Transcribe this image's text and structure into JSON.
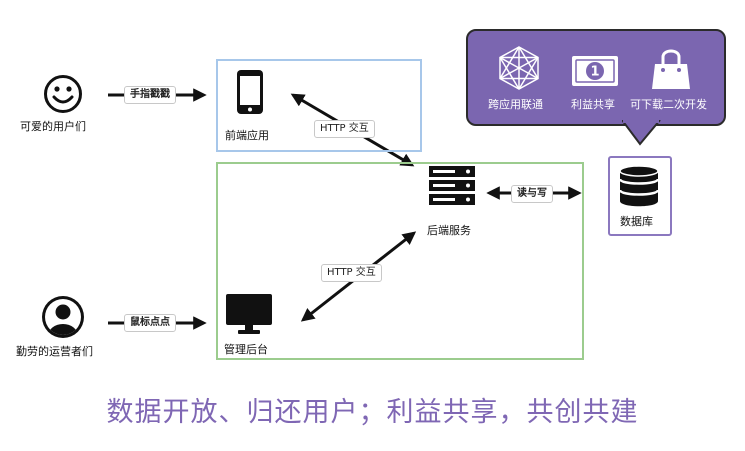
{
  "nodes": {
    "users": "可爱的用户们",
    "operators": "勤劳的运营者们",
    "frontend": "前端应用",
    "backend": "后端服务",
    "admin": "管理后台",
    "database": "数据库"
  },
  "edges": {
    "user_to_frontend": "手指戳戳",
    "operator_to_admin": "鼠标点点",
    "frontend_backend": "HTTP 交互",
    "admin_backend": "HTTP 交互",
    "backend_db": "读与写"
  },
  "callout": {
    "items": [
      "跨应用联通",
      "利益共享",
      "可下载二次开发"
    ]
  },
  "slogan": "数据开放、归还用户；利益共享，共创共建",
  "icons": [
    "smiley-icon",
    "user-avatar-icon",
    "phone-icon",
    "server-icon",
    "monitor-icon",
    "database-icon",
    "hexagon-network-icon",
    "money-bill-icon",
    "shopping-bag-icon"
  ],
  "colors": {
    "frontend_border": "#a7c7ea",
    "backend_border": "#9ccc8e",
    "callout_fill": "#7b66b0",
    "slogan": "#7f67b4"
  }
}
